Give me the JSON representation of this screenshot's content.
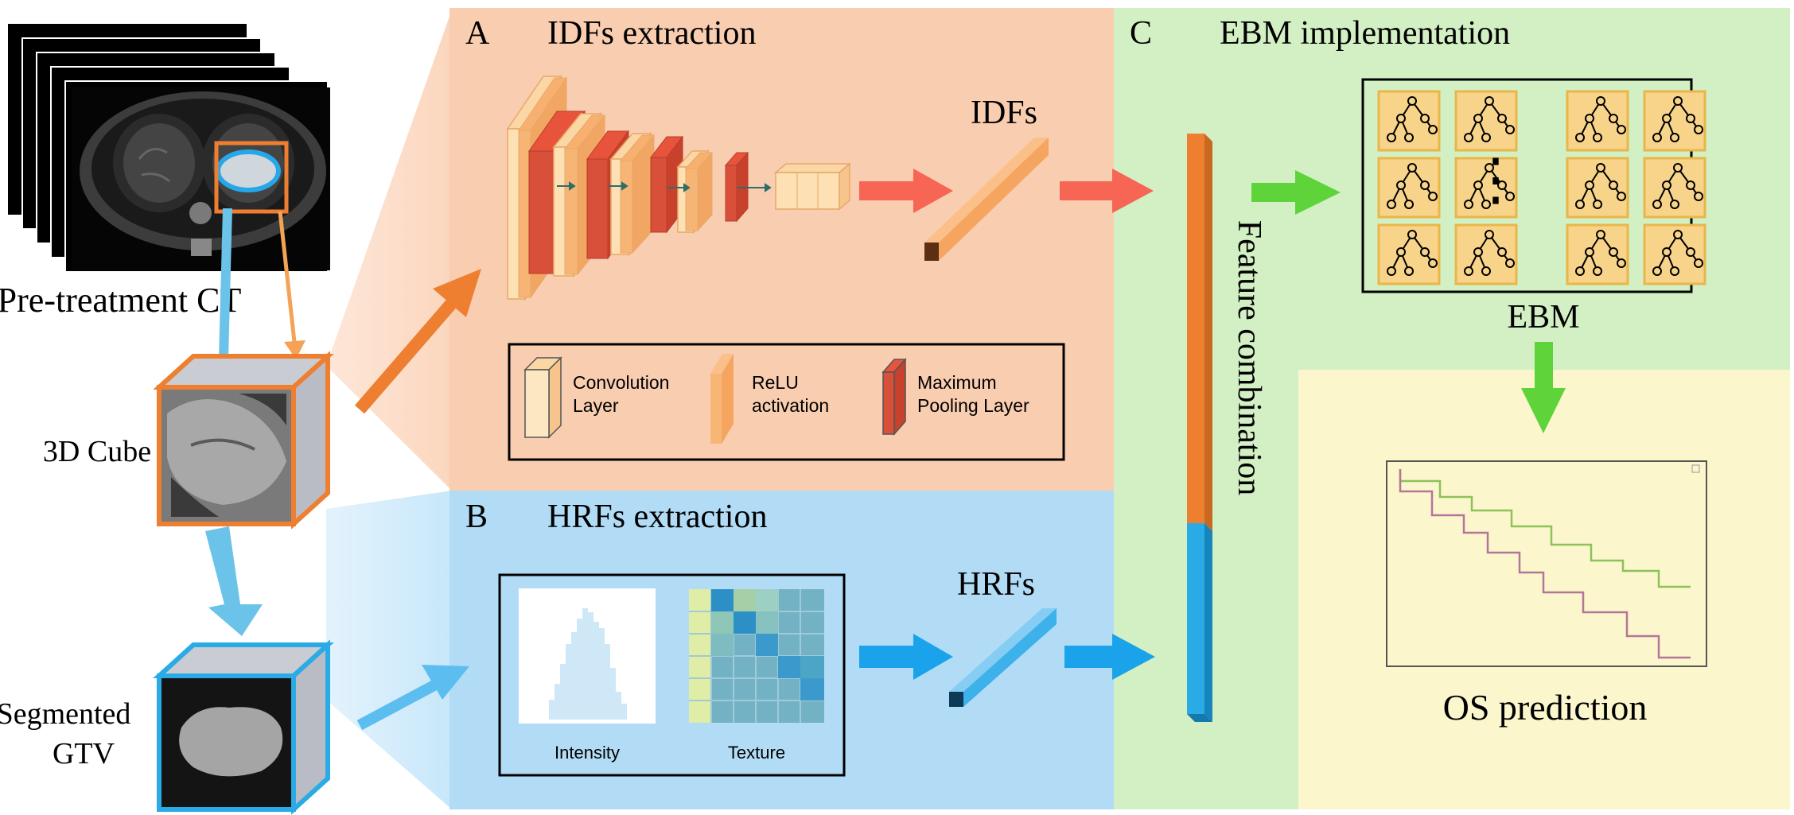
{
  "input": {
    "ct_label": "Pre-treatment CT",
    "cube_label": "3D Cube",
    "gtv_label_line1": "Segmented",
    "gtv_label_line2": "GTV"
  },
  "panel_a": {
    "letter": "A",
    "title": "IDFs extraction",
    "features_label": "IDFs",
    "legend": {
      "conv_line1": "Convolution",
      "conv_line2": "Layer",
      "relu_line1": "ReLU",
      "relu_line2": "activation",
      "pool_line1": "Maximum",
      "pool_line2": "Pooling Layer"
    }
  },
  "panel_b": {
    "letter": "B",
    "title": "HRFs extraction",
    "features_label": "HRFs",
    "intensity_label": "Intensity",
    "texture_label": "Texture"
  },
  "panel_c": {
    "letter": "C",
    "title": "EBM implementation",
    "combination_label": "Feature combination",
    "ebm_label": "EBM",
    "ellipsis": "⋮",
    "output_label": "OS prediction"
  },
  "colors": {
    "panel_a_bg": "#f9cdb0",
    "panel_b_bg": "#b2dcf6",
    "panel_c_bg": "#d2f0c4",
    "output_bg": "#fbf6cc",
    "orange": "#ef7f30",
    "blue": "#2aabe6",
    "red_arrow": "#f76555",
    "green_arrow": "#5fd43a",
    "tree_tile": "#f7d48a"
  }
}
